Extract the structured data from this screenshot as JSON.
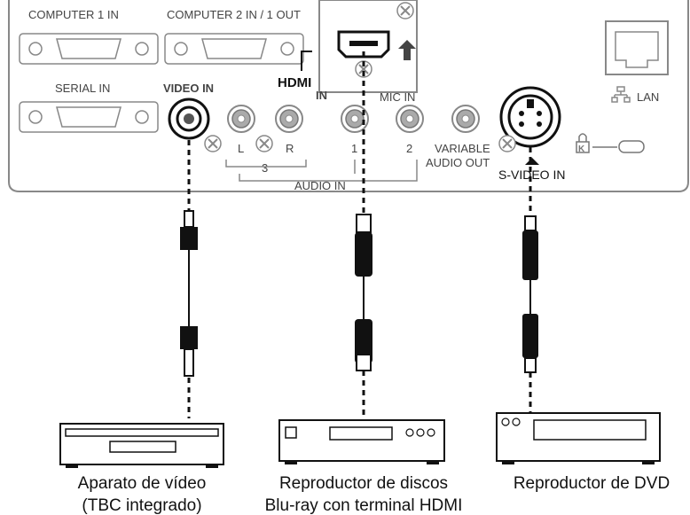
{
  "panel": {
    "computer1_in": "COMPUTER 1 IN",
    "computer2_in_out": "COMPUTER 2 IN / 1 OUT",
    "serial_in": "SERIAL IN",
    "video_in": "VIDEO IN",
    "hdmi_logo": "HDMI",
    "hdmi_in": "IN",
    "mic_in": "MIC IN",
    "lan": "LAN",
    "l": "L",
    "r": "R",
    "three": "3",
    "one": "1",
    "two": "2",
    "variable": "VARIABLE",
    "audio_out": "AUDIO OUT",
    "audio_in": "AUDIO IN",
    "svideo_in": "S-VIDEO IN"
  },
  "devices": {
    "vcr_line1": "Aparato de vídeo",
    "vcr_line2": "(TBC integrado)",
    "bluray_line1": "Reproductor de discos",
    "bluray_line2": "Blu-ray con terminal HDMI",
    "dvd_line1": "Reproductor de DVD"
  }
}
